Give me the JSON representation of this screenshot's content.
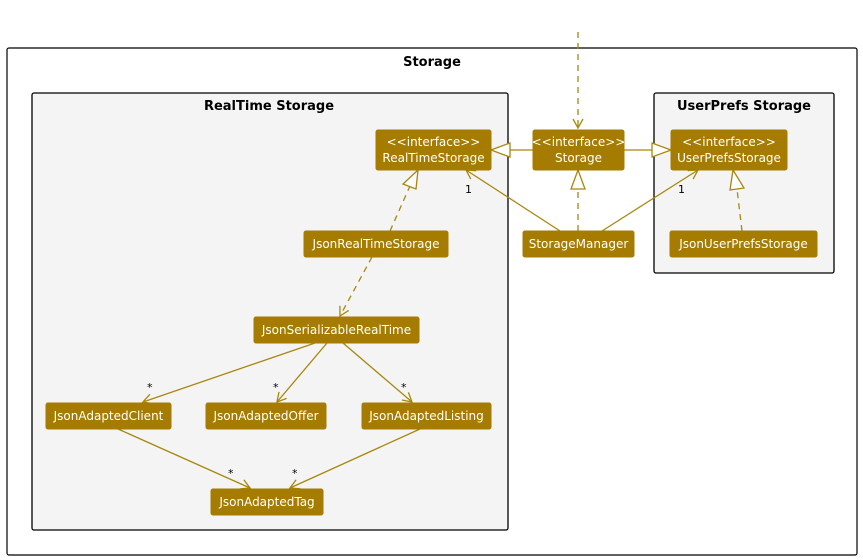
{
  "packages": {
    "storage": "Storage",
    "realtime": "RealTime Storage",
    "userprefs": "UserPrefs Storage"
  },
  "classes": {
    "realtime_storage": {
      "stereotype": "<<interface>>",
      "name": "RealTimeStorage"
    },
    "storage": {
      "stereotype": "<<interface>>",
      "name": "Storage"
    },
    "userprefs_storage": {
      "stereotype": "<<interface>>",
      "name": "UserPrefsStorage"
    },
    "json_realtime_storage": {
      "name": "JsonRealTimeStorage"
    },
    "storage_manager": {
      "name": "StorageManager"
    },
    "json_userprefs_storage": {
      "name": "JsonUserPrefsStorage"
    },
    "json_serializable_realtime": {
      "name": "JsonSerializableRealTime"
    },
    "json_adapted_client": {
      "name": "JsonAdaptedClient"
    },
    "json_adapted_offer": {
      "name": "JsonAdaptedOffer"
    },
    "json_adapted_listing": {
      "name": "JsonAdaptedListing"
    },
    "json_adapted_tag": {
      "name": "JsonAdaptedTag"
    }
  },
  "multiplicities": {
    "manager_to_realtime": "1",
    "manager_to_userprefs": "1",
    "to_client": "*",
    "to_offer": "*",
    "to_listing": "*",
    "client_to_tag": "*",
    "listing_to_tag": "*"
  },
  "colors": {
    "class_fill": "#a67c00",
    "edge": "#a8870f",
    "package_fill": "#f3f4f3"
  }
}
